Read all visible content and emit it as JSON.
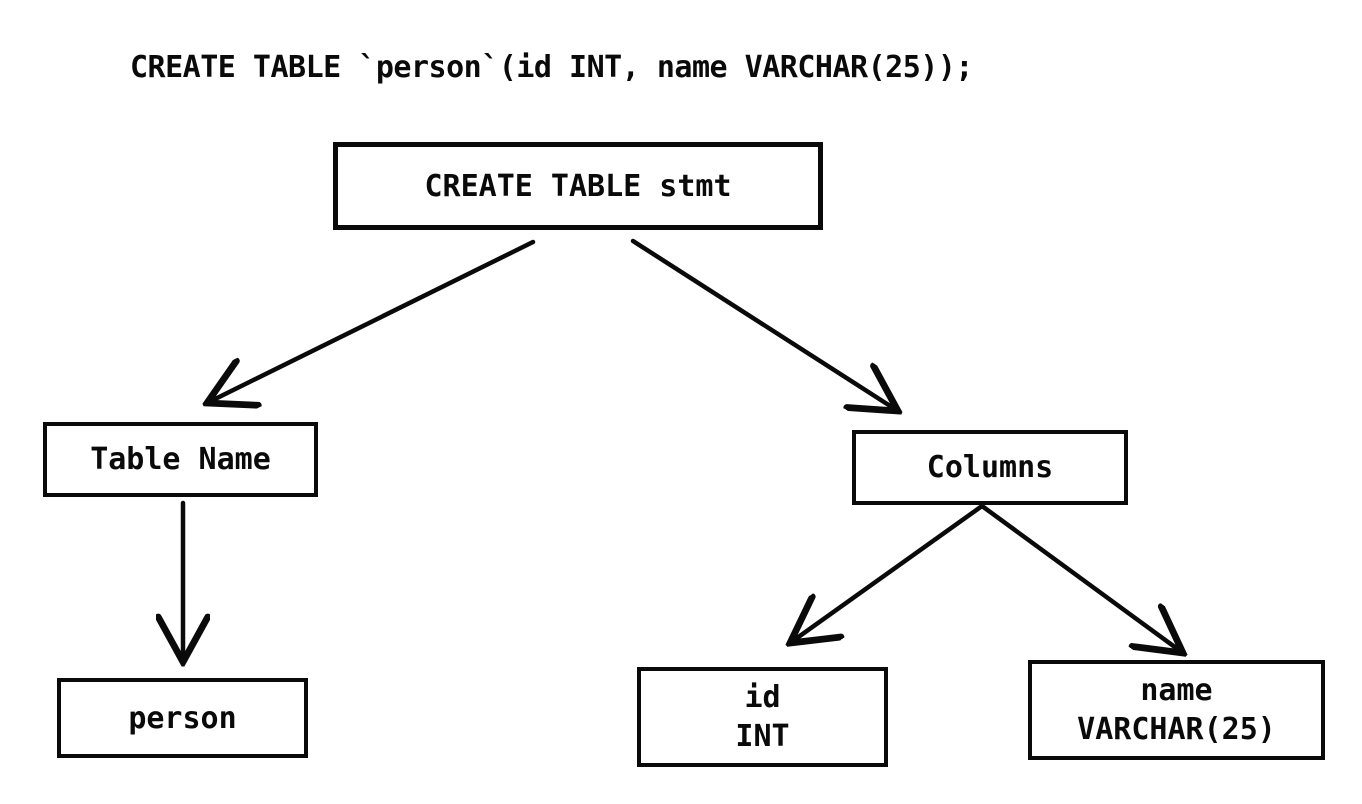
{
  "sql_statement": "CREATE TABLE `person`(id INT, name VARCHAR(25));",
  "nodes": {
    "root": {
      "label": "CREATE TABLE stmt"
    },
    "table_name": {
      "label": "Table Name"
    },
    "columns": {
      "label": "Columns"
    },
    "person": {
      "label": "person"
    },
    "id_column": {
      "name": "id",
      "type": "INT"
    },
    "name_column": {
      "name": "name",
      "type": "VARCHAR(25)"
    }
  },
  "edges": [
    {
      "from": "root",
      "to": "table_name"
    },
    {
      "from": "root",
      "to": "columns"
    },
    {
      "from": "table_name",
      "to": "person"
    },
    {
      "from": "columns",
      "to": "id_column"
    },
    {
      "from": "columns",
      "to": "name_column"
    }
  ],
  "colors": {
    "background": "#ffffff",
    "stroke": "#0a0a0a",
    "text": "#0a0a0a"
  }
}
